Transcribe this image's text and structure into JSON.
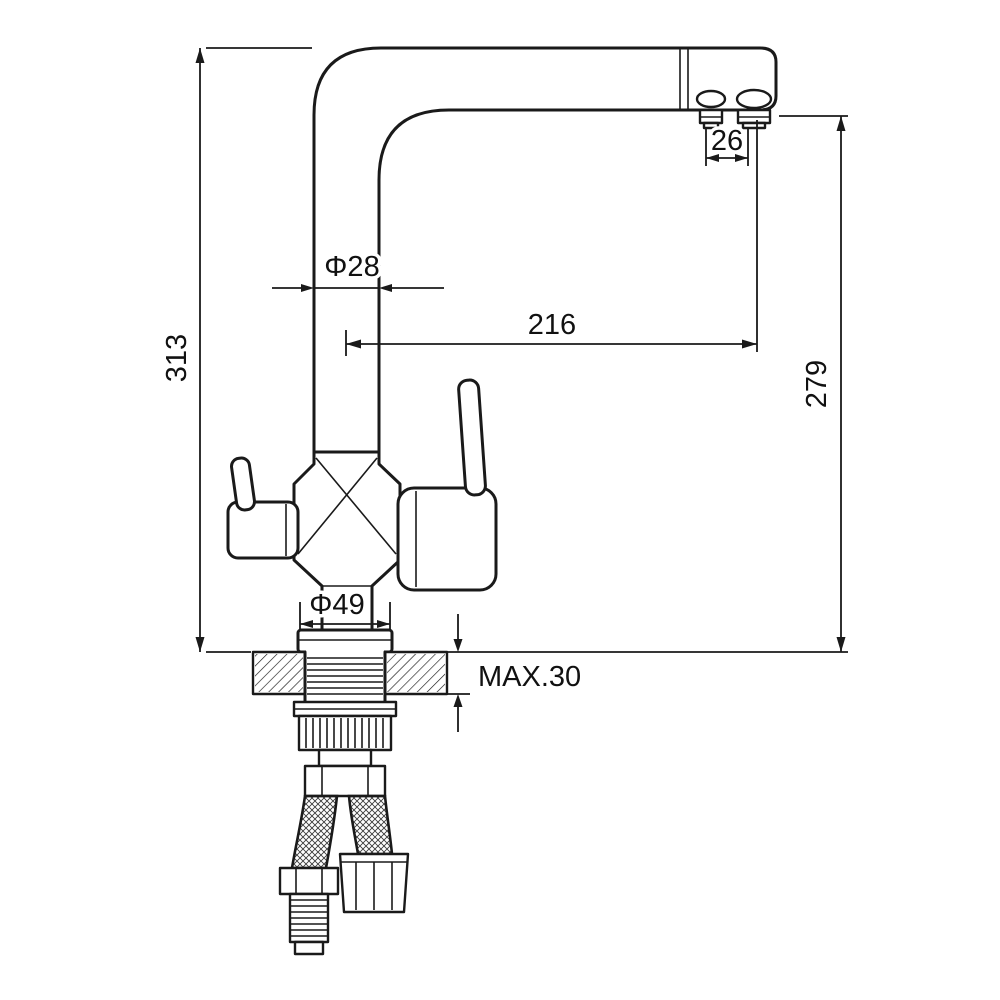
{
  "drawing": {
    "kind": "technical line drawing",
    "line_color": "#1a1a1a",
    "background": "#ffffff"
  },
  "dimension_labels": {
    "outlet_width": "26",
    "spout_tube_diameter": "Φ28",
    "spout_reach": "216",
    "total_height": "313",
    "outlet_height": "279",
    "base_diameter": "Φ49",
    "max_deck_thickness": "MAX.30"
  }
}
